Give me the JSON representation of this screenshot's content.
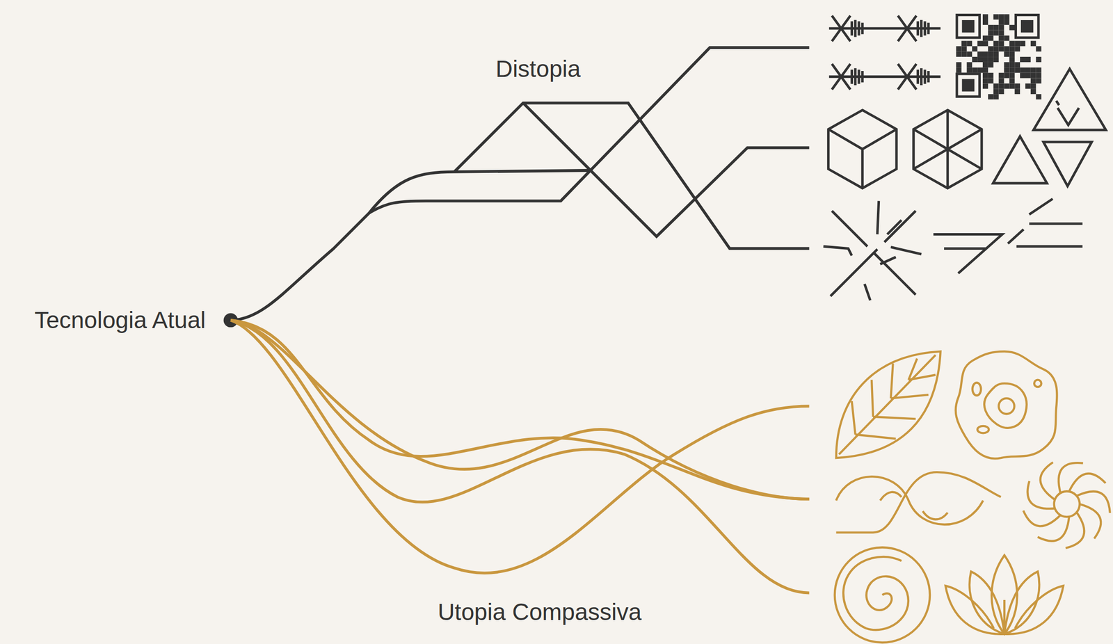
{
  "diagram": {
    "labels": [
      "Tecnologia Atual",
      "Distopia",
      "Utopia Compassiva"
    ]
  }
}
